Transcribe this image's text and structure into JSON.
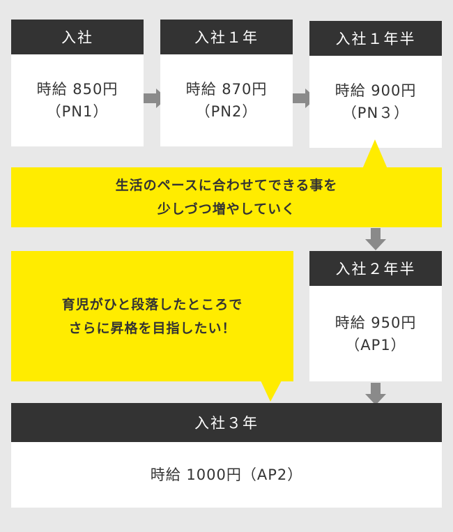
{
  "colors": {
    "background": "#e8e8e8",
    "box_header": "#333333",
    "box_body": "#ffffff",
    "arrow": "#8a8a8a",
    "bubble": "#ffec00"
  },
  "steps": [
    {
      "title": "入社",
      "wage": "時給 850円",
      "grade": "（PN1）"
    },
    {
      "title": "入社１年",
      "wage": "時給 870円",
      "grade": "（PN2）"
    },
    {
      "title": "入社１年半",
      "wage": "時給 900円",
      "grade": "（PN３）"
    },
    {
      "title": "入社２年半",
      "wage": "時給 950円",
      "grade": "（AP1）"
    },
    {
      "title": "入社３年",
      "wage": "時給 1000円（AP2）"
    }
  ],
  "bubbles": [
    {
      "lines": [
        "生活のペースに合わせてできる事を",
        "少しづつ増やしていく"
      ]
    },
    {
      "lines": [
        "育児がひと段落したところで",
        "さらに昇格を目指したい！"
      ]
    }
  ],
  "icons": [
    "arrow-right-icon",
    "arrow-down-icon"
  ]
}
